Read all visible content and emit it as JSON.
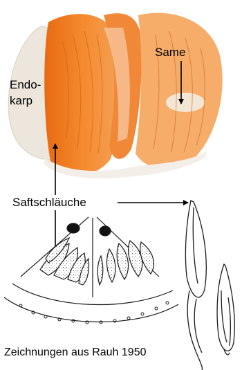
{
  "labels": {
    "same": "Same",
    "endokarp_line1": "Endo-",
    "endokarp_line2": "karp",
    "saftschlaeuche": "Saftschläuche",
    "credit": "Zeichnungen aus Rauh 1950"
  },
  "colors": {
    "background": "#ffffff",
    "pulp_orange": "#f07a1e",
    "pulp_light": "#f5a860",
    "membrane_white": "#ece6dc",
    "line_art": "#1a1a1a",
    "arrow": "#000000"
  }
}
